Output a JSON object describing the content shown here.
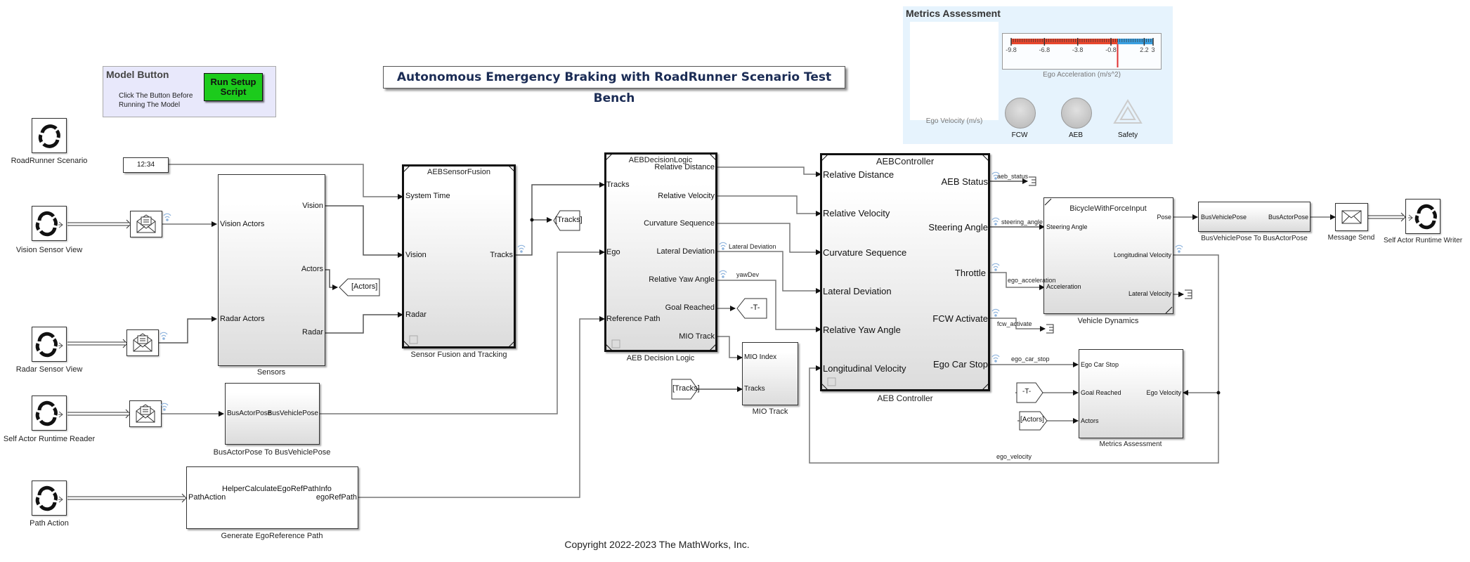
{
  "header": {
    "title": "Autonomous Emergency Braking with RoadRunner Scenario Test Bench",
    "copyright": "Copyright 2022-2023 The MathWorks, Inc."
  },
  "model_button": {
    "title": "Model Button",
    "button_label": "Run Setup Script",
    "button_line1": "Run Setup",
    "button_line2": "Script",
    "instruction_line1": "Click The Button Before",
    "instruction_line2": "Running The Model"
  },
  "dashboard": {
    "title": "Metrics Assessment",
    "velocity_label": "Ego Velocity (m/s)",
    "gauge": {
      "label": "Ego Acceleration (m/s^2)",
      "ticks": [
        "-9.8",
        "-6.8",
        "-3.8",
        "-0.8",
        "2.2",
        "3"
      ],
      "min": -9.8,
      "max": 3,
      "red_range": [
        -9.8,
        -0.2
      ],
      "blue_range": [
        -0.2,
        3
      ],
      "value": -0.2,
      "red_color": "#e8472e",
      "blue_color": "#3a9fe0"
    },
    "lamps": [
      {
        "label": "FCW",
        "state": "off"
      },
      {
        "label": "AEB",
        "state": "off"
      },
      {
        "label": "Safety",
        "state": "off"
      }
    ],
    "background": "#e6f3fd"
  },
  "blocks": {
    "roadrunner_scenario": {
      "name": "RoadRunner Scenario"
    },
    "clock": {
      "value": "12:34"
    },
    "vision_sensor_view": {
      "name": "Vision Sensor View"
    },
    "radar_sensor_view": {
      "name": "Radar Sensor View"
    },
    "self_actor_reader": {
      "name": "Self Actor Runtime Reader"
    },
    "path_action": {
      "name": "Path Action"
    },
    "sensors": {
      "name": "Sensors",
      "inputs": [
        "Vision Actors",
        "Radar Actors"
      ],
      "outputs": [
        "Vision",
        "Actors",
        "Radar"
      ]
    },
    "actors_goto": {
      "tag": "[Actors]"
    },
    "bus_actor_to_vehicle": {
      "name": "BusActorPose To BusVehiclePose",
      "input": "BusActorPose",
      "output": "BusVehiclePose"
    },
    "ego_ref_path": {
      "name": "Generate EgoReference Path",
      "function": "HelperCalculateEgoRefPathInfo",
      "input": "PathAction",
      "output": "egoRefPath"
    },
    "sensor_fusion": {
      "name": "Sensor Fusion and Tracking",
      "model": "AEBSensorFusion",
      "inputs": [
        "System Time",
        "Vision",
        "Radar"
      ],
      "outputs": [
        "Tracks"
      ]
    },
    "tracks_goto": {
      "tag": "[Tracks]"
    },
    "decision_logic": {
      "name": "AEB Decision Logic",
      "model": "AEBDecisionLogic",
      "inputs": [
        "Tracks",
        "Ego",
        "Reference Path"
      ],
      "outputs": [
        "Relative Distance",
        "Relative Velocity",
        "Curvature Sequence",
        "Lateral Deviation",
        "Relative Yaw Angle",
        "Goal Reached",
        "MIO Track"
      ]
    },
    "goal_goto": {
      "tag": "-T-"
    },
    "mio_track": {
      "name": "MIO Track",
      "inputs": [
        "MIO Index",
        "Tracks"
      ]
    },
    "tracks_from": {
      "tag": "[Tracks]"
    },
    "aeb_controller": {
      "name": "AEB Controller",
      "model": "AEBController",
      "inputs": [
        "Relative Distance",
        "Relative Velocity",
        "Curvature Sequence",
        "Lateral Deviation",
        "Relative Yaw Angle",
        "Longitudinal Velocity"
      ],
      "outputs": [
        "AEB Status",
        "Steering Angle",
        "Throttle",
        "FCW Activate",
        "Ego Car Stop"
      ]
    },
    "vehicle_dynamics": {
      "name": "Vehicle Dynamics",
      "model": "BicycleWithForceInput",
      "inputs": [
        "Steering Angle",
        "Acceleration"
      ],
      "outputs": [
        "Pose",
        "Longitudinal Velocity",
        "Lateral Velocity"
      ]
    },
    "bus_vehicle_to_actor": {
      "name": "BusVehiclePose To BusActorPose",
      "input": "BusVehiclePose",
      "output": "BusActorPose"
    },
    "message_send": {
      "name": "Message Send"
    },
    "self_actor_writer": {
      "name": "Self Actor Runtime Writer"
    },
    "metrics": {
      "name": "Metrics Assessment",
      "inputs": [
        "Ego Car Stop",
        "Goal Reached",
        "Actors"
      ],
      "outputs": [
        "Ego Velocity"
      ]
    },
    "goal_from": {
      "tag": "-T-"
    },
    "actors_from": {
      "tag": "[Actors]"
    }
  },
  "signals": {
    "lateral_deviation": "Lateral Deviation",
    "yaw_dev": "yawDev",
    "aeb_status": "aeb_status",
    "steering_angle": "steering_angle",
    "ego_acceleration": "ego_acceleration",
    "fcw_activate": "fcw_activate",
    "ego_car_stop": "ego_car_stop",
    "ego_velocity": "ego_velocity"
  }
}
